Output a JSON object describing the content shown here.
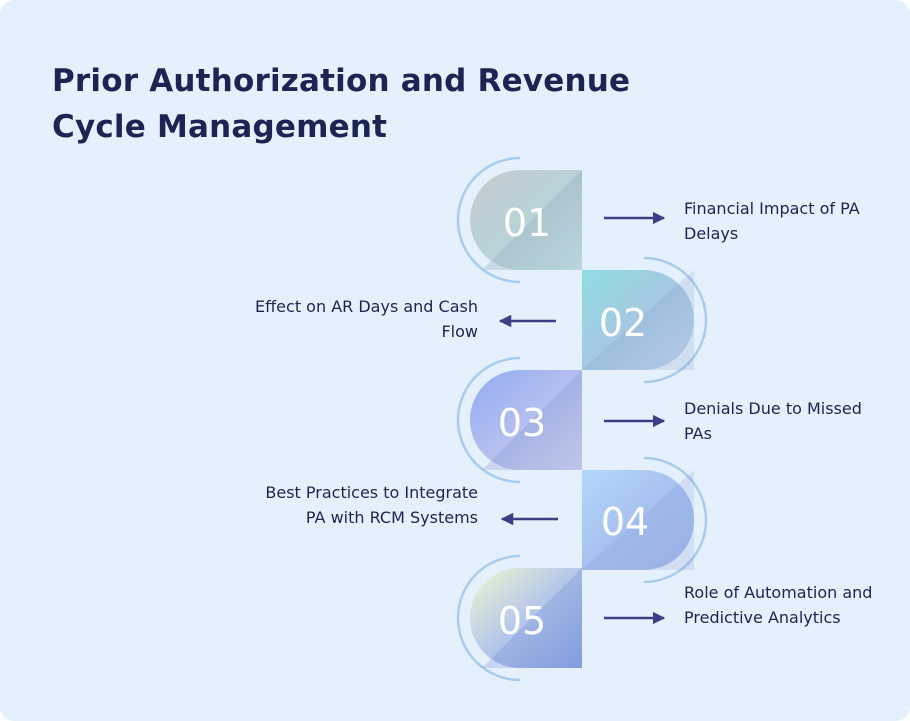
{
  "title": "Prior Authorization and Revenue Cycle Management",
  "steps": [
    {
      "number": "01",
      "label": "Financial Impact of PA Delays"
    },
    {
      "number": "02",
      "label": "Effect on AR Days and Cash Flow"
    },
    {
      "number": "03",
      "label": "Denials Due to Missed PAs"
    },
    {
      "number": "04",
      "label": "Best Practices to Integrate PA with RCM Systems"
    },
    {
      "number": "05",
      "label": "Role of Automation and Predictive Analytics"
    }
  ],
  "colors": {
    "background": "#e4f0fb",
    "title": "#1c2453",
    "arrow": "#3a3f86",
    "ring": "#a9cbec"
  }
}
